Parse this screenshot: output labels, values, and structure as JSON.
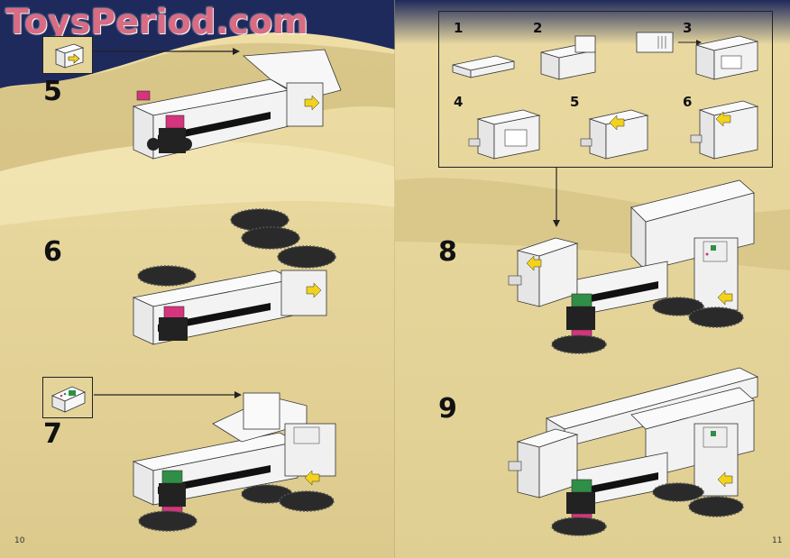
{
  "watermark": "ToysPeriod.com",
  "pages": {
    "left_number": "10",
    "right_number": "11"
  },
  "steps": [
    "5",
    "6",
    "7",
    "8",
    "9"
  ],
  "substeps": [
    "1",
    "2",
    "3",
    "4",
    "5",
    "6"
  ],
  "colors": {
    "sand": "#e4d49c",
    "sky": "#1f2a5c",
    "brick_white": "#f4f4f4",
    "pink": "#d6347c",
    "green": "#2f8f46",
    "black": "#1a1a1a",
    "yellow": "#f2d21a"
  }
}
